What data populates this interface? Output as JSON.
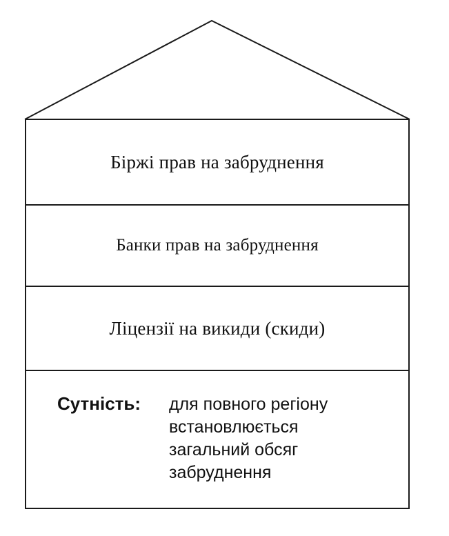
{
  "diagram": {
    "levels": [
      {
        "label": "Біржі прав на забруднення"
      },
      {
        "label": "Банки прав на забруднення"
      },
      {
        "label": "Ліцензії на викиди (скиди)"
      }
    ],
    "essence": {
      "title": "Сутність:",
      "lines": [
        "для повного регіону",
        "встановлюється",
        "загальний обсяг",
        "забруднення"
      ]
    }
  }
}
